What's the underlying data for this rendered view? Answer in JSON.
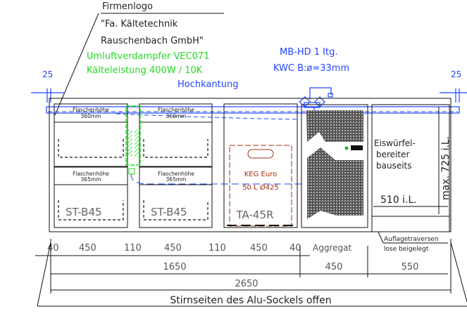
{
  "annotations": {
    "logo_label": "Firmenlogo",
    "logo_line1": "\"Fa. Kältetechnik",
    "logo_line2": "Rauschenbach GmbH\"",
    "evaporator_line1": "Umluftverdampfer VEC071",
    "evaporator_line2": "Kälteleistung 400W / 10K",
    "tap_line1": "MB-HD 1 Itg.",
    "tap_line2": "KWC B:ø=33mm",
    "upstand": "Hochkantung",
    "overhang_left": "25",
    "overhang_right": "25"
  },
  "drawers": [
    {
      "label": "Flaschenhöhe",
      "height": "360mm"
    },
    {
      "label": "Flaschenhöhe",
      "height": "360mm"
    },
    {
      "label": "Flaschenhöhe",
      "height": "365mm",
      "model": "ST-B45"
    },
    {
      "label": "Flaschenhöhe",
      "height": "365mm",
      "model": "ST-B45"
    }
  ],
  "keg": {
    "model": "TA-45R",
    "line1": "KEG Euro",
    "line2": "50 L Ø425"
  },
  "ice_maker": {
    "line1": "Eiswürfel-",
    "line2": "bereiter",
    "line3": "bauseits",
    "width": "510 i.L.",
    "height": "max. 725 i.L."
  },
  "crossbars_note": {
    "line1": "Auflagetraversen",
    "line2": "lose beigelegt"
  },
  "dimensions": {
    "row1": [
      "40",
      "450",
      "110",
      "450",
      "110",
      "450",
      "40"
    ],
    "aggregate_label": "Aggregat",
    "row2": [
      "1650",
      "450",
      "550"
    ],
    "total": "2650",
    "footnote": "Stirnseiten des Alu-Sockels offen"
  }
}
